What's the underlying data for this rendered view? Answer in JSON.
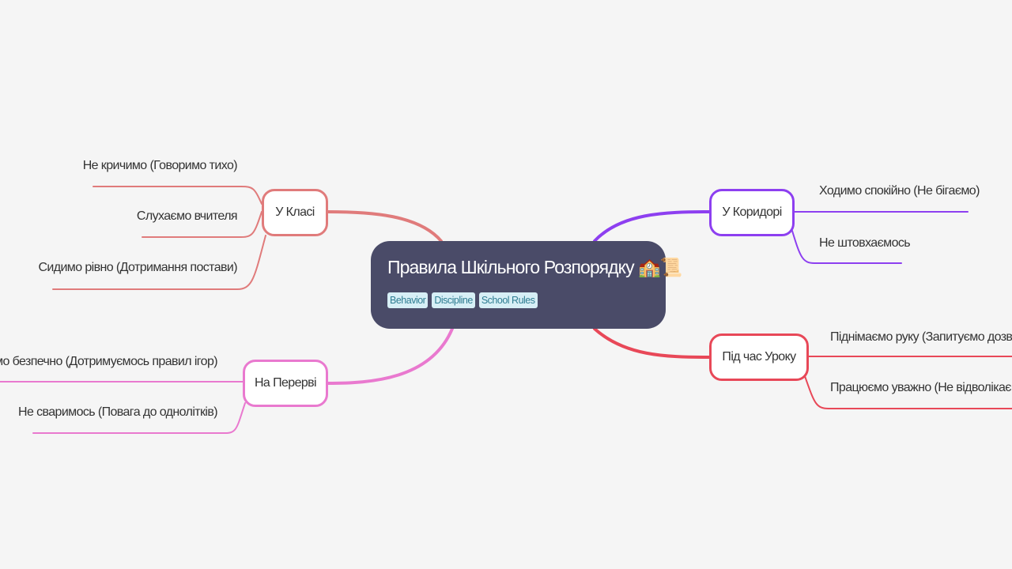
{
  "root": {
    "title": "Правила Шкільного Розпорядку",
    "emoji": "🏫📜",
    "tags": [
      "Behavior",
      "Discipline",
      "School Rules"
    ]
  },
  "branches": {
    "class": {
      "label": "У Класі",
      "color": "#e07b7b",
      "items": [
        "Не кричимо (Говоримо тихо)",
        "Слухаємо вчителя",
        "Сидимо рівно (Дотримання постави)"
      ]
    },
    "break": {
      "label": "На Перерві",
      "color": "#e979cf",
      "items": [
        "аємо безпечно (Дотримуємось правил ігор)",
        "Не сваримось (Повага до однолітків)"
      ]
    },
    "corridor": {
      "label": "У Коридорі",
      "color": "#8d3ff0",
      "items": [
        "Ходимо спокійно (Не бігаємо)",
        "Не штовхаємось"
      ]
    },
    "lesson": {
      "label": "Під час Уроку",
      "color": "#e84858",
      "items": [
        "Піднімаємо руку (Запитуємо дозволу",
        "Працюємо уважно (Не відволікаємос"
      ]
    }
  }
}
